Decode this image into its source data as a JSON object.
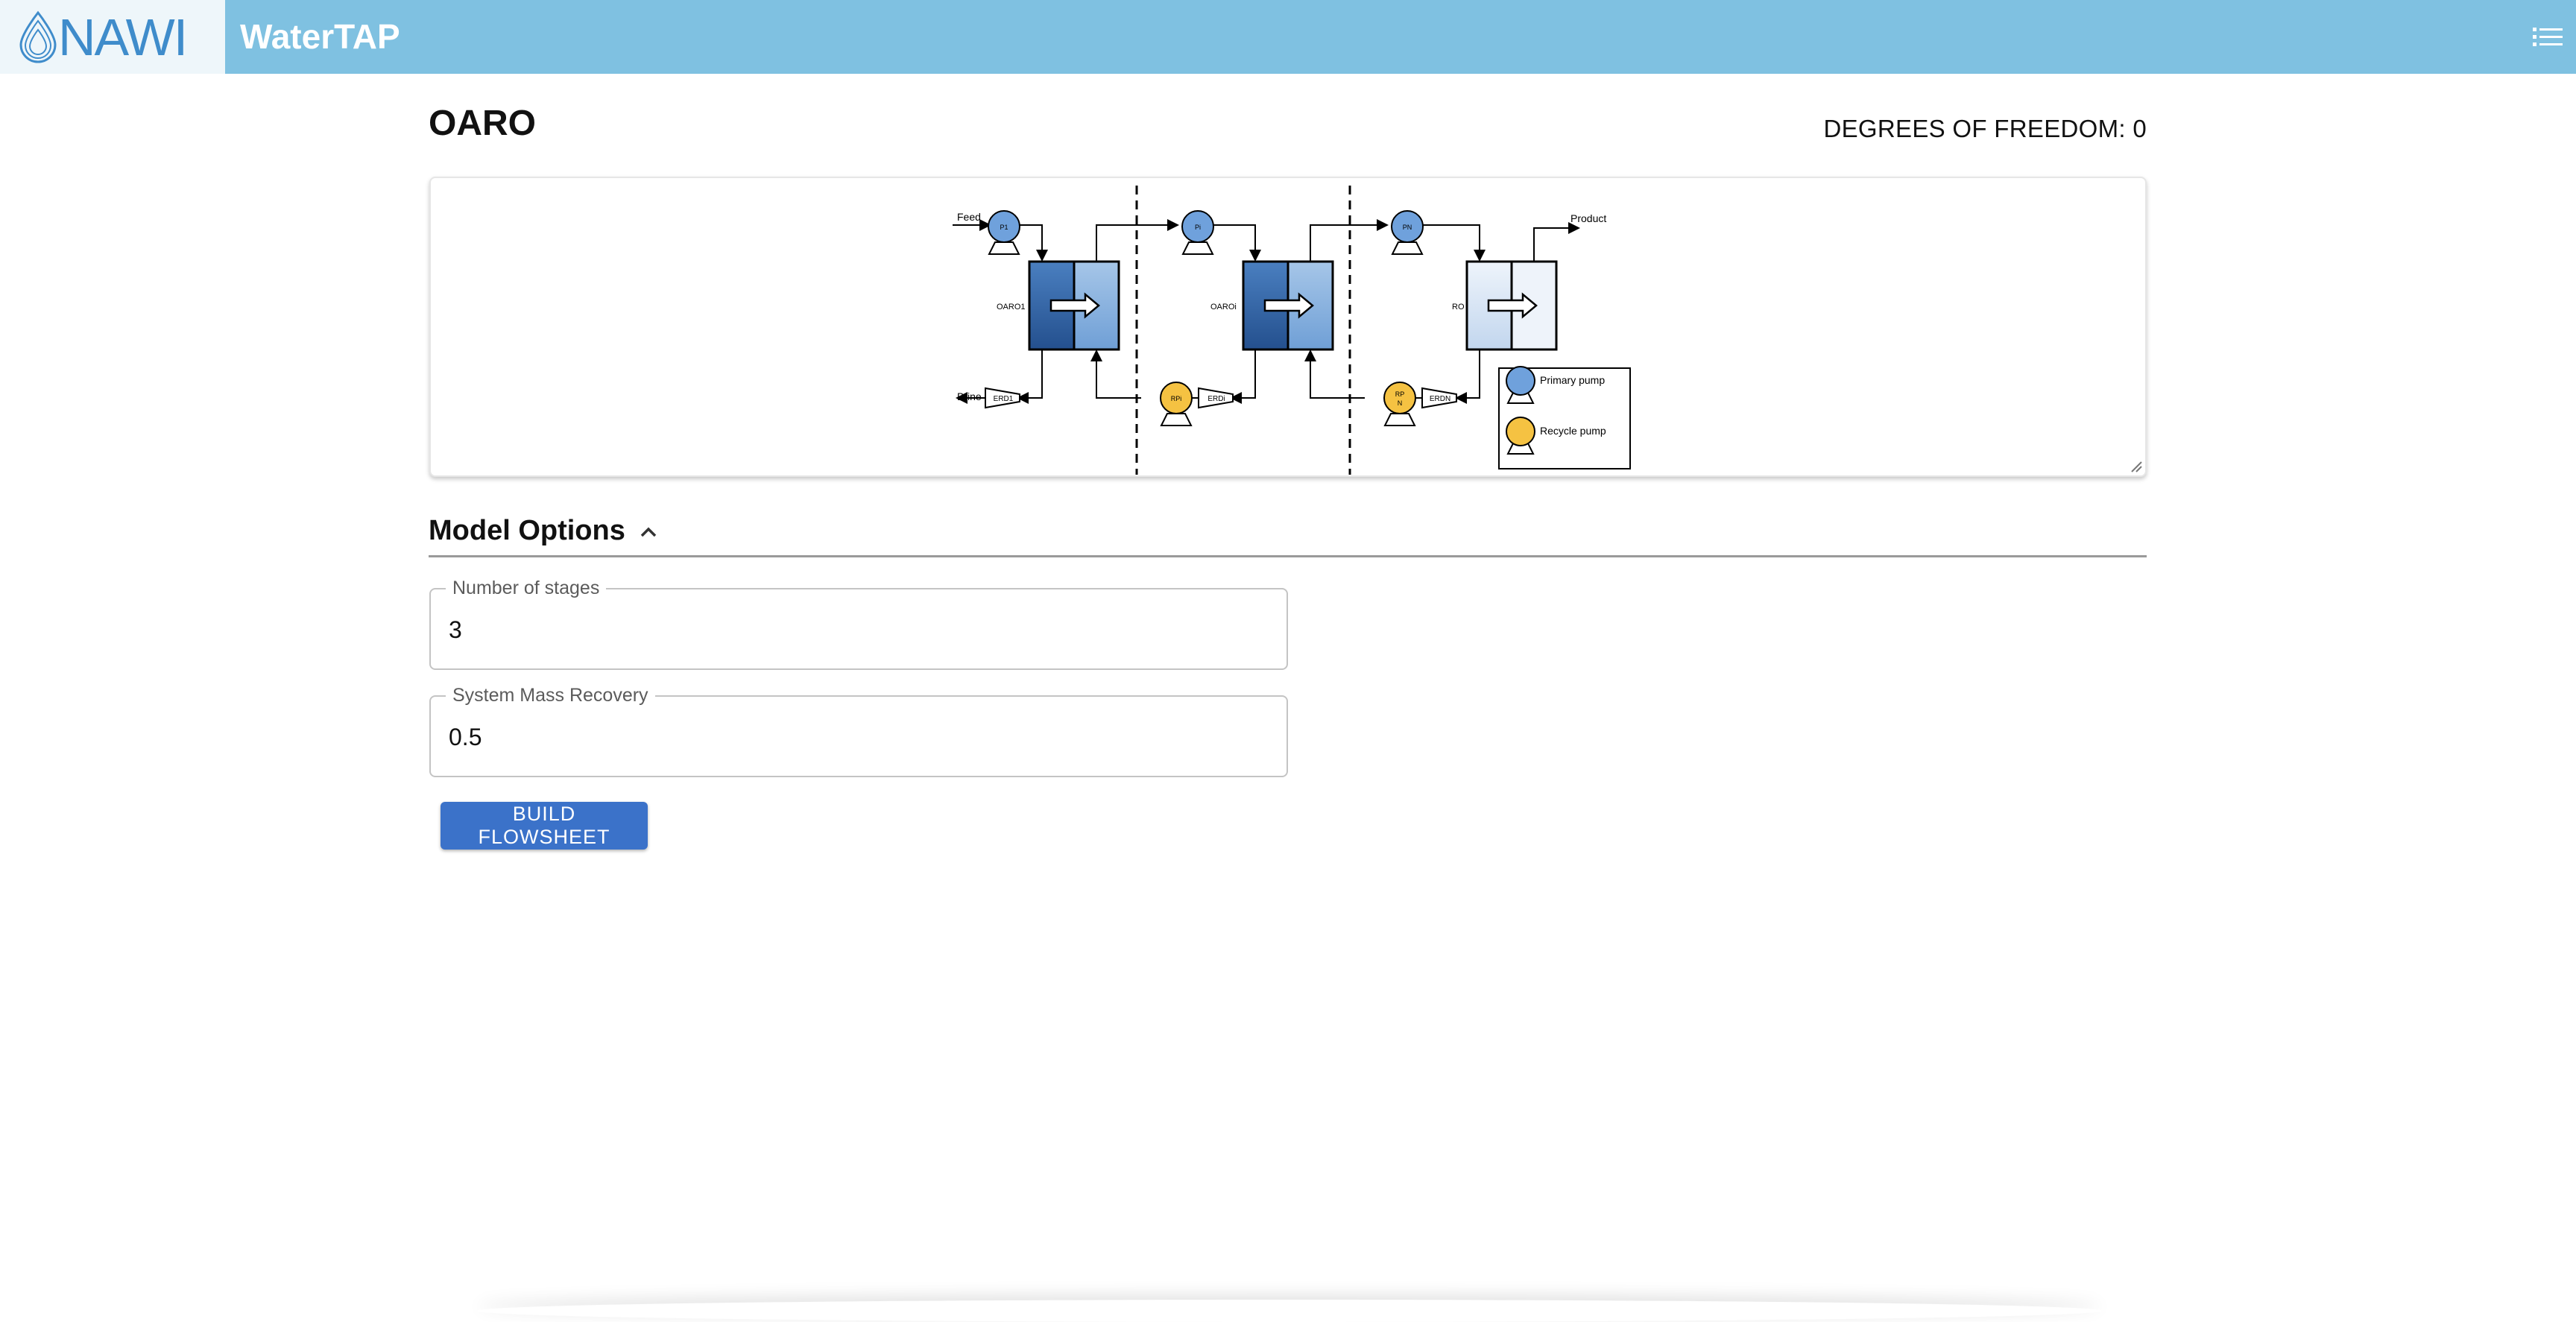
{
  "header": {
    "logo_text": "NAWI",
    "app_title": "WaterTAP"
  },
  "page": {
    "title": "OARO",
    "dof_label": "DEGREES OF FREEDOM:",
    "dof_value": "0"
  },
  "diagram": {
    "feed": "Feed",
    "product": "Product",
    "brine": "Brine",
    "units": {
      "oaro1": "OARO1",
      "oaroi": "OAROi",
      "ro": "RO"
    },
    "pumps": {
      "p1": "P1",
      "pi": "Pi",
      "pn": "PN",
      "rpi": "RPi",
      "rpn_top": "RP",
      "rpn_bottom": "N"
    },
    "erds": {
      "erd1": "ERD1",
      "erdi": "ERDi",
      "erdn": "ERDN"
    },
    "legend": {
      "primary": "Primary pump",
      "recycle": "Recycle pump"
    },
    "colors": {
      "stage_dark": "#3060a0",
      "stage_light": "#8bb3de",
      "ro_light": "#dce8f5",
      "primary_pump": "#6fa1dc",
      "recycle_pump": "#f5c242"
    }
  },
  "model_options": {
    "title": "Model Options",
    "fields": [
      {
        "label": "Number of stages",
        "value": "3"
      },
      {
        "label": "System Mass Recovery",
        "value": "0.5"
      }
    ],
    "build_label": "BUILD FLOWSHEET"
  }
}
